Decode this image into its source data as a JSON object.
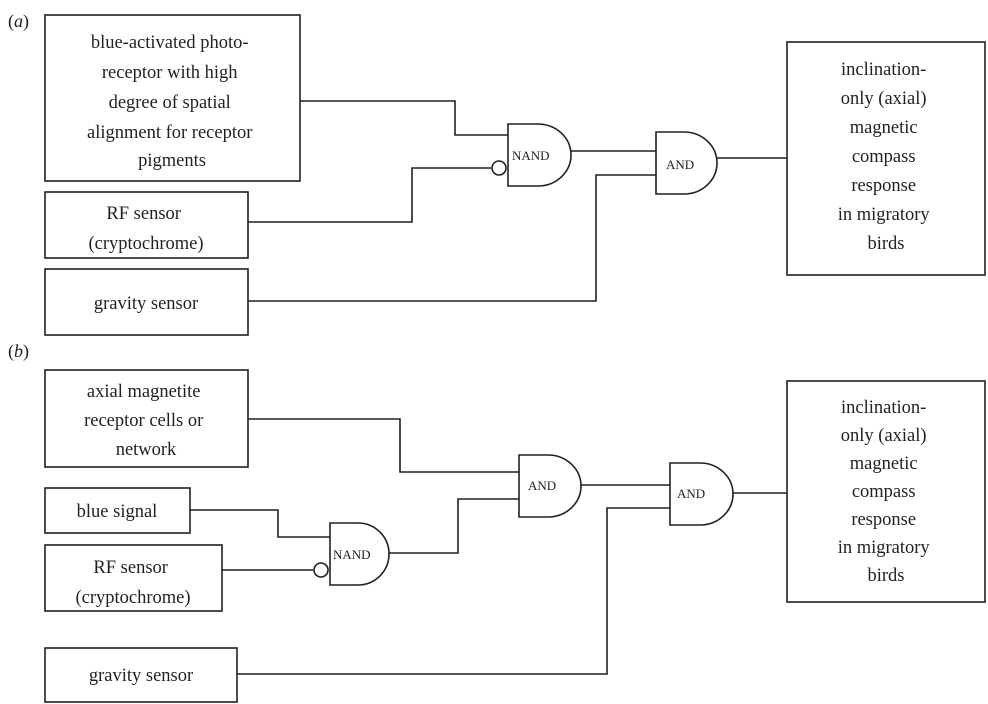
{
  "panels": [
    {
      "label": "(a)",
      "boxes": {
        "photoreceptor": [
          "blue-activated photo-",
          "receptor with high",
          "degree of spatial",
          "alignment for receptor",
          "pigments"
        ],
        "rf_sensor": [
          "RF sensor",
          "(cryptochrome)"
        ],
        "gravity_sensor": [
          "gravity sensor"
        ],
        "response": [
          "inclination-",
          "only (axial)",
          "magnetic",
          "compass",
          "response",
          "in migratory",
          "birds"
        ]
      },
      "gates": {
        "nand": "NAND",
        "and": "AND"
      }
    },
    {
      "label": "(b)",
      "boxes": {
        "magnetite": [
          "axial magnetite",
          "receptor cells or",
          "network"
        ],
        "blue_signal": [
          "blue signal"
        ],
        "rf_sensor": [
          "RF sensor",
          "(cryptochrome)"
        ],
        "gravity_sensor": [
          "gravity sensor"
        ],
        "response": [
          "inclination-",
          "only (axial)",
          "magnetic",
          "compass",
          "response",
          "in migratory",
          "birds"
        ]
      },
      "gates": {
        "and1": "AND",
        "nand": "NAND",
        "and2": "AND"
      }
    }
  ]
}
